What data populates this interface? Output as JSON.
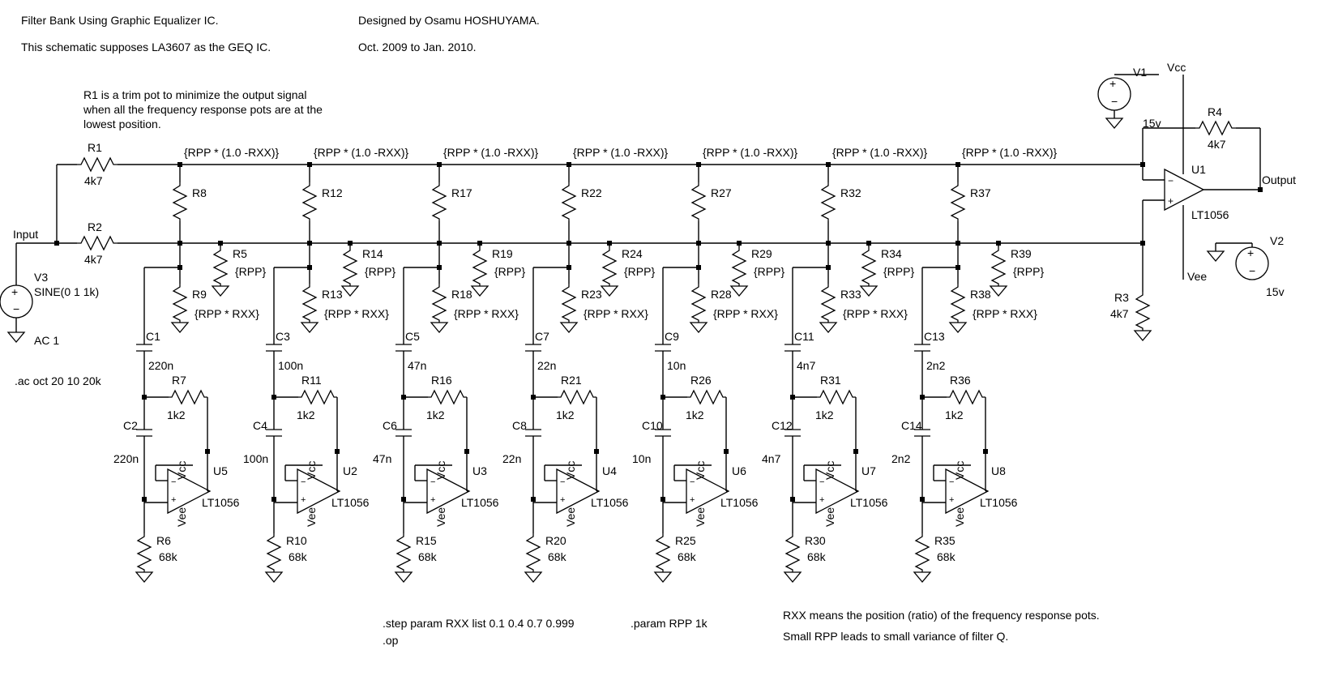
{
  "header": {
    "title": "Filter Bank Using Graphic Equalizer IC.",
    "designer": "Designed by Osamu HOSHUYAMA.",
    "supposes": "This schematic supposes LA3607 as the GEQ IC.",
    "dates": "Oct. 2009 to Jan. 2010."
  },
  "notes": {
    "r1_line1": "R1 is a trim pot to minimize the output signal",
    "r1_line2": "when all the frequency response pots are at the",
    "r1_line3": "lowest position.",
    "ac": ".ac oct 20 10 20k",
    "step": ".step param RXX list 0.1 0.4 0.7 0.999",
    "param": ".param RPP 1k",
    "op": ".op",
    "rxx_note": "RXX means the position (ratio) of the frequency response pots.",
    "rpp_note": "Small RPP leads to small variance of filter Q."
  },
  "nets": {
    "input": "Input",
    "output": "Output",
    "vcc": "Vcc",
    "vee": "Vee"
  },
  "left": {
    "r1": {
      "name": "R1",
      "value": "4k7"
    },
    "r2": {
      "name": "R2",
      "value": "4k7"
    },
    "v3": {
      "name": "V3",
      "value": "SINE(0 1 1k)",
      "ac": "AC 1"
    }
  },
  "right": {
    "v1": {
      "name": "V1",
      "value": "15v"
    },
    "v2": {
      "name": "V2",
      "value": "15v"
    },
    "r4": {
      "name": "R4",
      "value": "4k7"
    },
    "r3": {
      "name": "R3",
      "value": "4k7"
    },
    "u1": {
      "name": "U1",
      "model": "LT1056"
    }
  },
  "series_value": "{RPP * (1.0 -RXX)}",
  "shunt_value": "{RPP}",
  "bottom_value": "{RPP * RXX}",
  "opamp_model": "LT1056",
  "sections": [
    {
      "rs": "R8",
      "rb": "R9",
      "rp": "R5",
      "ca": "C1",
      "cav": "220n",
      "cb": "C2",
      "cbv": "220n",
      "rf": "R7",
      "rfv": "1k2",
      "rg": "R6",
      "rgv": "68k",
      "u": "U5"
    },
    {
      "rs": "R12",
      "rb": "R13",
      "rp": "R14",
      "ca": "C3",
      "cav": "100n",
      "cb": "C4",
      "cbv": "100n",
      "rf": "R11",
      "rfv": "1k2",
      "rg": "R10",
      "rgv": "68k",
      "u": "U2"
    },
    {
      "rs": "R17",
      "rb": "R18",
      "rp": "R19",
      "ca": "C5",
      "cav": "47n",
      "cb": "C6",
      "cbv": "47n",
      "rf": "R16",
      "rfv": "1k2",
      "rg": "R15",
      "rgv": "68k",
      "u": "U3"
    },
    {
      "rs": "R22",
      "rb": "R23",
      "rp": "R24",
      "ca": "C7",
      "cav": "22n",
      "cb": "C8",
      "cbv": "22n",
      "rf": "R21",
      "rfv": "1k2",
      "rg": "R20",
      "rgv": "68k",
      "u": "U4"
    },
    {
      "rs": "R27",
      "rb": "R28",
      "rp": "R29",
      "ca": "C9",
      "cav": "10n",
      "cb": "C10",
      "cbv": "10n",
      "rf": "R26",
      "rfv": "1k2",
      "rg": "R25",
      "rgv": "68k",
      "u": "U6"
    },
    {
      "rs": "R32",
      "rb": "R33",
      "rp": "R34",
      "ca": "C11",
      "cav": "4n7",
      "cb": "C12",
      "cbv": "4n7",
      "rf": "R31",
      "rfv": "1k2",
      "rg": "R30",
      "rgv": "68k",
      "u": "U7"
    },
    {
      "rs": "R37",
      "rb": "R38",
      "rp": "R39",
      "ca": "C13",
      "cav": "2n2",
      "cb": "C14",
      "cbv": "2n2",
      "rf": "R36",
      "rfv": "1k2",
      "rg": "R35",
      "rgv": "68k",
      "u": "U8"
    }
  ]
}
